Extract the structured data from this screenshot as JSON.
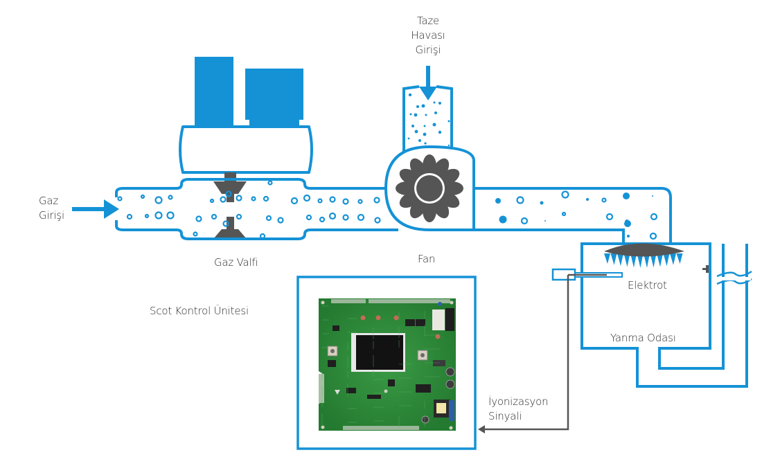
{
  "title": "Gaz Yanma Sistemi Şeması",
  "colors": {
    "accent_blue": "#1592d6",
    "dark_gray": "#555555",
    "pcb_green": "#2f8a3a",
    "text": "#2b2b2b"
  },
  "labels": {
    "fresh_air_inlet": [
      "Taze",
      "Havası",
      "Girişi"
    ],
    "gas_inlet": [
      "Gaz",
      "Girişi"
    ],
    "gas_valve": "Gaz Valfi",
    "fan": "Fan",
    "control_unit": "Scot Kontrol Ünitesi",
    "electrode": "Elektrot",
    "combustion_chamber": "Yanma Odası",
    "ionization_signal": [
      "İyonizasyon",
      "Sinyali"
    ]
  },
  "components": [
    {
      "id": "gas-valve",
      "icon": "solenoid-valve-icon"
    },
    {
      "id": "fan",
      "icon": "fan-impeller-icon",
      "blades": 12
    },
    {
      "id": "burner",
      "icon": "burner-flame-icon"
    },
    {
      "id": "electrode",
      "icon": "electrode-probe-icon"
    },
    {
      "id": "control-board",
      "icon": "pcb-board-icon"
    },
    {
      "id": "flue",
      "icon": "flue-pipe-icon"
    }
  ]
}
